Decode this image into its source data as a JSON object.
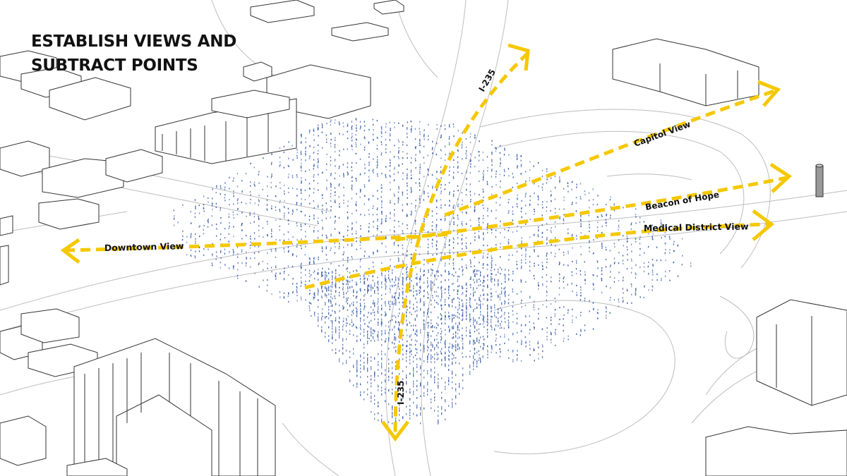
{
  "title": {
    "line1": "ESTABLISH VIEWS AND",
    "line2": "SUBTRACT POINTS"
  },
  "views": {
    "highway_north": "I-235",
    "highway_south": "I-235",
    "capitol": "Capitol View",
    "beacon": "Beacon of Hope",
    "medical": "Medical District View",
    "downtown": "Downtown View"
  },
  "colors": {
    "view_line": "#F5C800",
    "points": "#3B5FA8",
    "building_line": "#333333",
    "road_line": "#B8B8B8"
  }
}
